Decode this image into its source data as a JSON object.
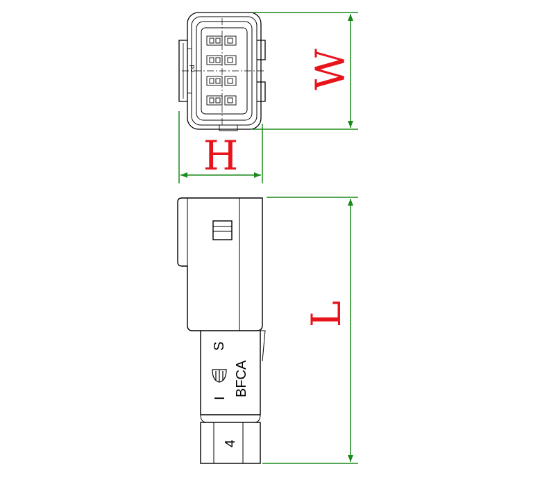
{
  "dimensions": {
    "width_label": "W",
    "height_label": "H",
    "length_label": "L",
    "label_color": "#e8141c",
    "dimension_line_color": "#1a8a1a",
    "outline_color": "#000000"
  },
  "molding": {
    "line1": "S",
    "line2": "BFCA",
    "line3": "I",
    "number": "4"
  }
}
